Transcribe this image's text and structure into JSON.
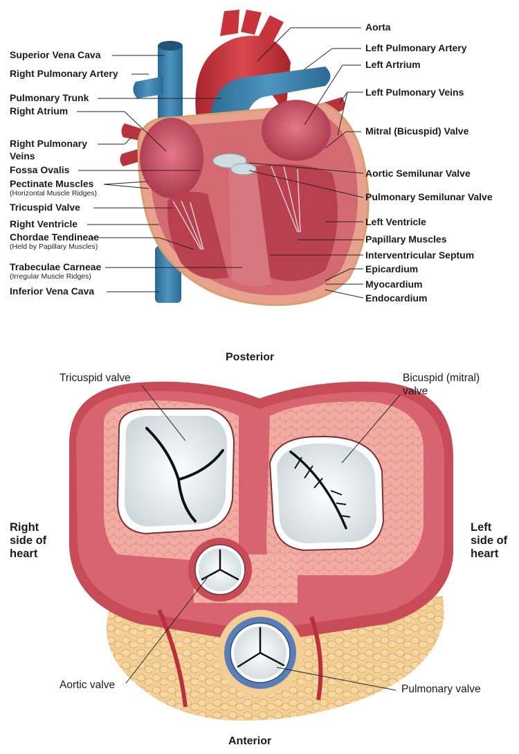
{
  "top_labels": {
    "superior_vena_cava": "Superior Vena Cava",
    "right_pulmonary_artery": "Right Pulmonary Artery",
    "pulmonary_trunk": "Pulmonary Trunk",
    "right_atrium": "Right Atrium",
    "right_pulmonary_veins_1": "Right Pulmonary",
    "right_pulmonary_veins_2": "Veins",
    "fossa_ovalis": "Fossa Ovalis",
    "pectinate_muscles": "Pectinate Muscles",
    "pectinate_sub": "(Horizontal Muscle Ridges)",
    "tricuspid_valve": "Tricuspid Valve",
    "right_ventricle": "Right Ventricle",
    "chordae_tendineae": "Chordae Tendineae",
    "chordae_sub": "(Held by Papillary Muscles)",
    "trabeculae_carneae": "Trabeculae Carneae",
    "trabeculae_sub": "(Irregular Muscle Ridges)",
    "inferior_vena_cava": "Inferior Vena Cava",
    "aorta": "Aorta",
    "left_pulmonary_artery": "Left Pulmonary Artery",
    "left_atrium": "Left Artrium",
    "left_pulmonary_veins": "Left Pulmonary Veins",
    "mitral_valve": "Mitral (Bicuspid) Valve",
    "aortic_semilunar_valve": "Aortic Semilunar Valve",
    "pulmonary_semilunar_valve": "Pulmonary Semilunar Valve",
    "left_ventricle": "Left Ventricle",
    "papillary_muscles": "Papillary Muscles",
    "interventricular_septum": "Interventricular Septum",
    "epicardium": "Epicardium",
    "myocardium": "Myocardium",
    "endocardium": "Endocardium"
  },
  "bottom_labels": {
    "posterior": "Posterior",
    "anterior": "Anterior",
    "tricuspid_valve": "Tricuspid valve",
    "bicuspid_valve_1": "Bicuspid (mitral)",
    "bicuspid_valve_2": "valve",
    "aortic_valve": "Aortic valve",
    "pulmonary_valve": "Pulmonary valve",
    "right_side_1": "Right",
    "right_side_2": "side of",
    "right_side_3": "heart",
    "left_side_1": "Left",
    "left_side_2": "side of",
    "left_side_3": "heart"
  },
  "colors": {
    "muscle": "#c9525e",
    "muscle_light": "#e08a93",
    "aorta_red": "#c8323a",
    "vein_blue": "#3a7fa8",
    "fat_yellow": "#f0c88a",
    "valve_white": "#eef2f4",
    "valve_blue_ring": "#5a7fb8"
  }
}
